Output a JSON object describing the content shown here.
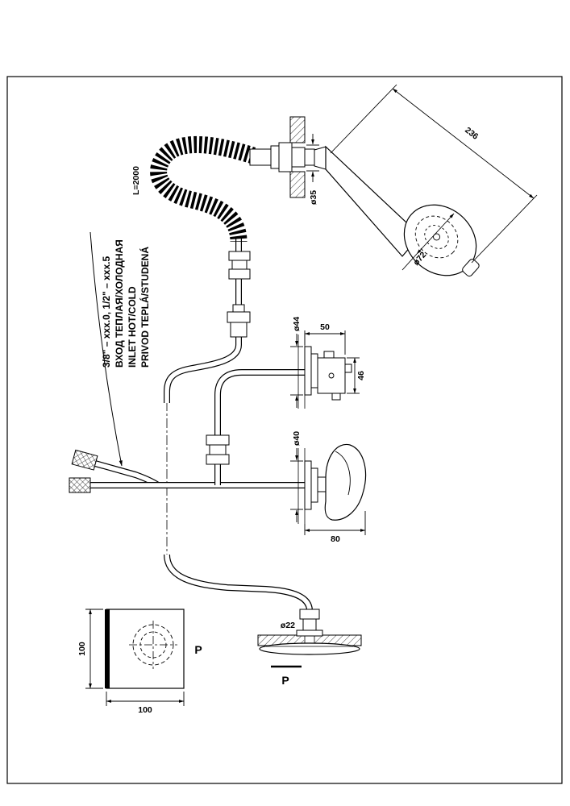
{
  "colors": {
    "line": "#000000",
    "background": "#ffffff"
  },
  "drawing": {
    "dimensions": {
      "shower_length": "236",
      "head_diameter": "ø72",
      "wall_fitting_diameter": "ø35",
      "hose_length": "L=2000",
      "mixer_flange_diameter": "ø44",
      "mixer_width": "50",
      "mixer_body_height": "46",
      "valve_flange_diameter": "ø40",
      "lever_width": "80",
      "pipe_diameter": "ø22",
      "plan_height": "100",
      "plan_width": "100"
    },
    "sections": {
      "plan_label": "P",
      "cut_label": "P"
    },
    "note": {
      "line1": "PRIVOD TEPLÁ/STUDENÁ",
      "line2": "INLET HOT/COLD",
      "line3": "ВХОД ТЕПЛАЯ/ХОЛОДНАЯ",
      "line4": "3/8\" – xxx.0, 1/2\" – xxx.5"
    }
  }
}
